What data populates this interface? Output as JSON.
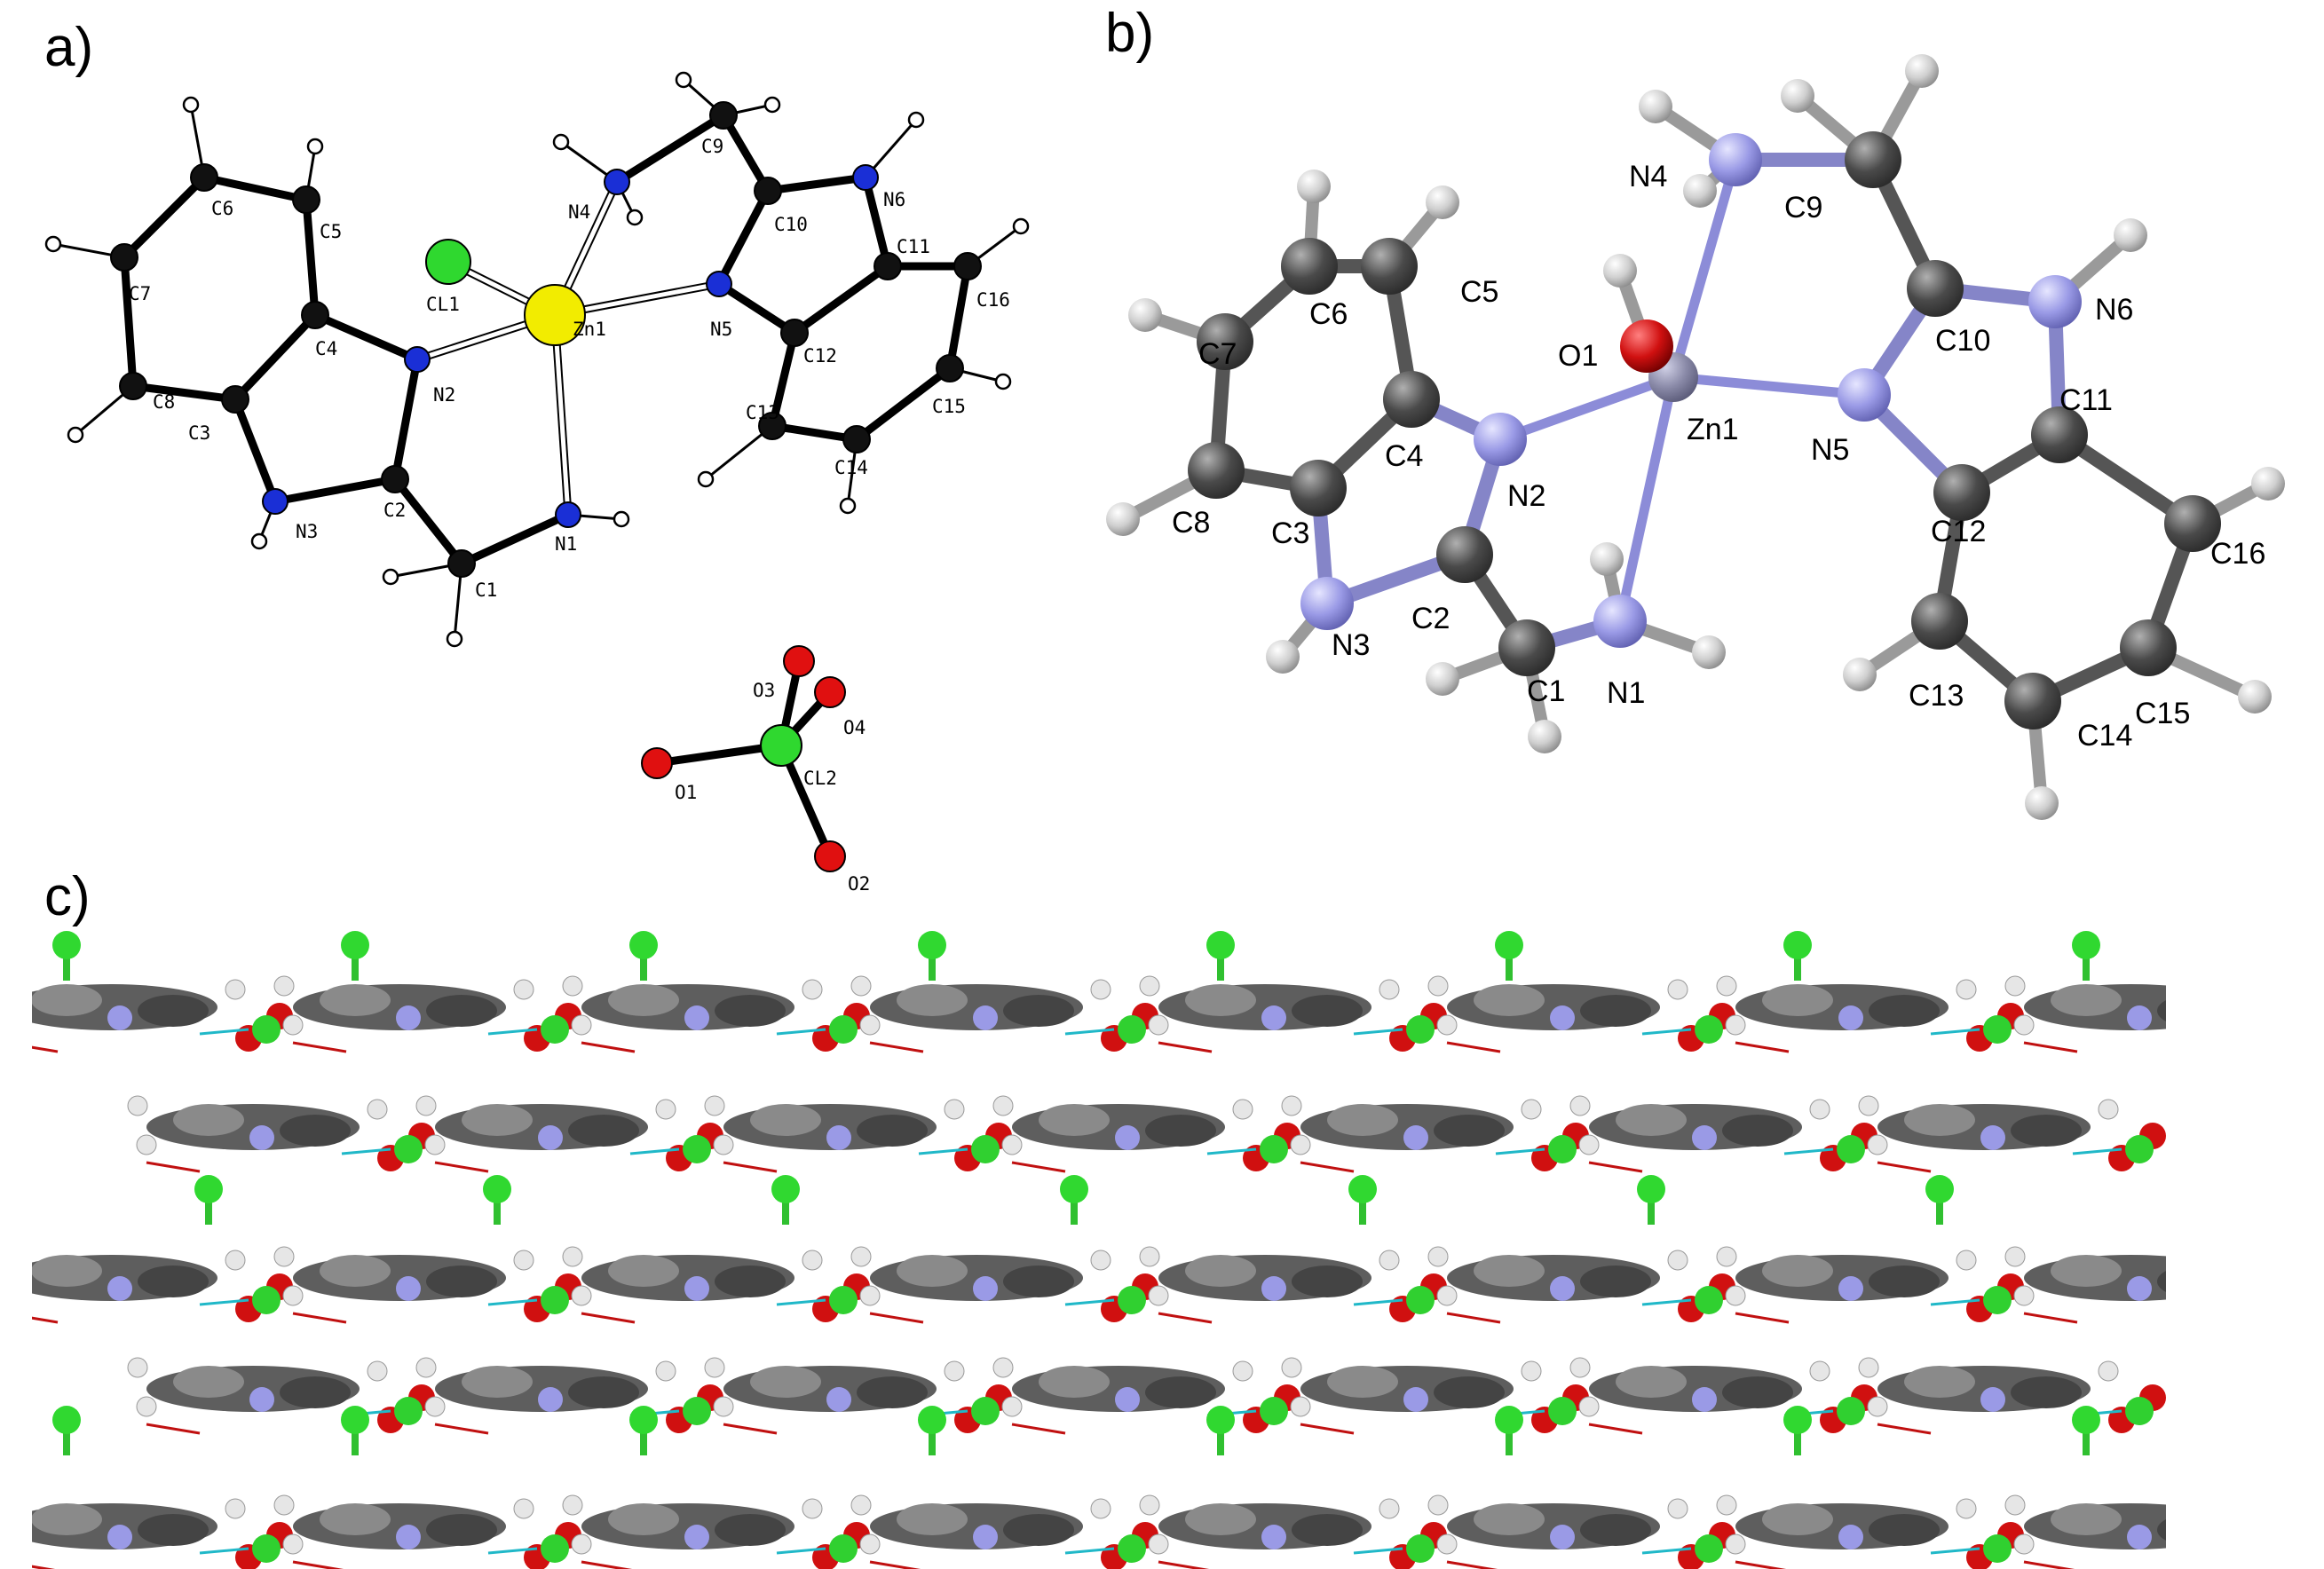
{
  "panels": {
    "a": "a)",
    "b": "b)",
    "c": "c)"
  },
  "colors": {
    "carbon": "#111111",
    "nitrogen": "#1a2fd6",
    "zinc": "#f2ec00",
    "chlorine": "#2fd82f",
    "oxygen": "#e01010",
    "hydrogen": "#ffffff",
    "carbon_b": "#5a5a5a",
    "nitrogen_b": "#9a9ae6",
    "hydrogen_b": "#c8c8c8",
    "hbond": "#20b8c8"
  },
  "panel_a": {
    "labels": [
      "C6",
      "C5",
      "C7",
      "C4",
      "C8",
      "C3",
      "CL1",
      "N4",
      "C9",
      "N6",
      "C10",
      "C11",
      "C16",
      "Zn1",
      "N5",
      "C12",
      "N2",
      "C2",
      "N3",
      "C1",
      "N1",
      "C15",
      "C13",
      "C14",
      "O3",
      "O4",
      "O1",
      "CL2",
      "O2"
    ]
  },
  "panel_b": {
    "labels": [
      "N4",
      "C9",
      "C6",
      "C5",
      "O1",
      "C10",
      "N6",
      "C7",
      "Zn1",
      "N5",
      "C11",
      "C4",
      "N2",
      "C12",
      "C8",
      "C3",
      "C16",
      "N3",
      "C2",
      "N1",
      "C1",
      "C13",
      "C14",
      "C15"
    ]
  }
}
